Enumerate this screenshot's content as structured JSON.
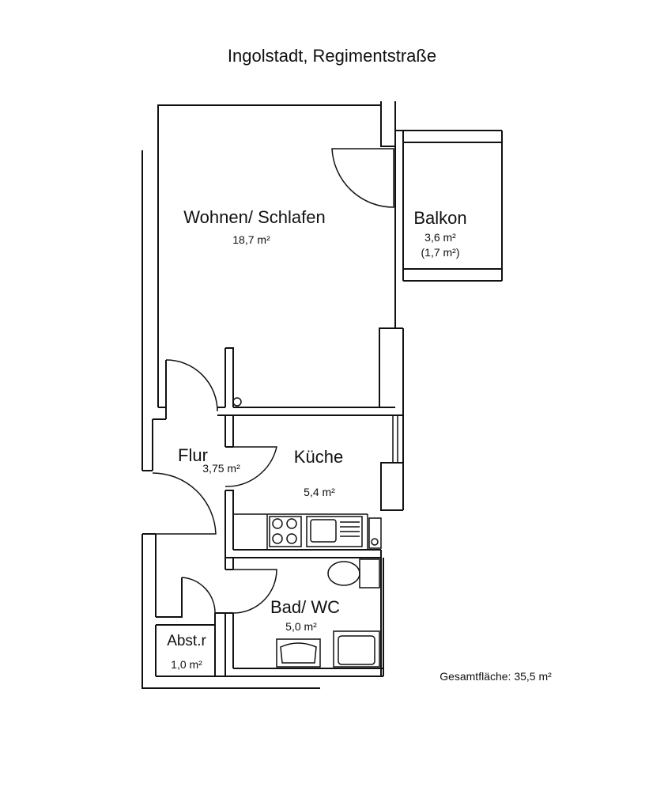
{
  "title": "Ingolstadt, Regimentstraße",
  "rooms": {
    "wohnen": {
      "name": "Wohnen/ Schlafen",
      "area": "18,7 m²"
    },
    "balkon": {
      "name": "Balkon",
      "area": "3,6 m²",
      "area_alt": "(1,7 m²)"
    },
    "flur": {
      "name": "Flur",
      "area": "3,75 m²"
    },
    "kueche": {
      "name": "Küche",
      "area": "5,4 m²"
    },
    "bad": {
      "name": "Bad/ WC",
      "area": "5,0 m²"
    },
    "abst": {
      "name": "Abst.r",
      "area": "1,0 m²"
    }
  },
  "total": "Gesamtfläche: 35,5 m²"
}
